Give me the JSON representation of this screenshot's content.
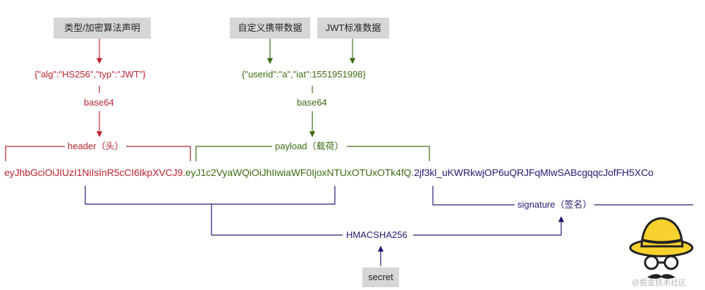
{
  "labels": {
    "header_decl": "类型/加密算法声明",
    "custom_payload": "自定义携带数据",
    "jwt_std": "JWT标准数据",
    "header_json": "{\"alg\":\"HS256\",\"typ\":\"JWT\"}",
    "payload_json": "{\"userid\":\"a\",\"iat\":1551951998}",
    "base64_left": "base64",
    "base64_right": "base64",
    "header_part": "header（头）",
    "payload_part": "payload（载荷）",
    "signature_part": "signature（签名）",
    "hmac": "HMACSHA256",
    "secret": "secret",
    "watermark": "@掘金技术社区"
  },
  "token": {
    "header": "eyJhbGciOiJIUzI1NiIsInR5cCI6IkpXVCJ9.",
    "payload": "eyJ1c2VyaWQiOiJhIiwiaWF0IjoxNTUxOTUxOTk4fQ.",
    "signature": "2jf3kl_uKWRkwjOP6uQRJFqMlwSABcgqqcJofFH5XCo"
  },
  "colors": {
    "header": "#b8232e",
    "payload": "#3d6b14",
    "signature": "#241a72",
    "box_bg": "#d6d6d6"
  },
  "icons": [
    "mascot-hat-icon"
  ]
}
